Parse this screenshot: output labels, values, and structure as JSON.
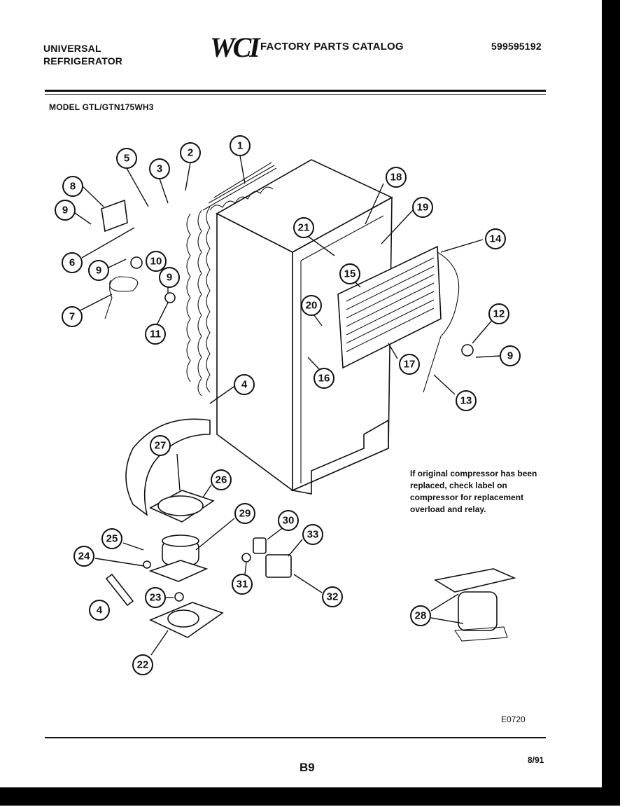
{
  "header": {
    "brand_line1": "UNIVERSAL",
    "brand_line2": "REFRIGERATOR",
    "logo": "WCI",
    "catalog_title": "FACTORY PARTS CATALOG",
    "part_number": "599595192",
    "model": "MODEL GTL/GTN175WH3"
  },
  "callouts": [
    "1",
    "2",
    "3",
    "4",
    "5",
    "6",
    "7",
    "8",
    "9",
    "10",
    "11",
    "12",
    "13",
    "14",
    "15",
    "16",
    "17",
    "18",
    "19",
    "20",
    "21",
    "22",
    "23",
    "24",
    "25",
    "26",
    "27",
    "28",
    "29",
    "30",
    "31",
    "32",
    "33"
  ],
  "labels": {
    "c1": "1",
    "c2": "2",
    "c3": "3",
    "c4a": "4",
    "c4b": "4",
    "c5": "5",
    "c6": "6",
    "c7": "7",
    "c8": "8",
    "c9a": "9",
    "c9b": "9",
    "c9c": "9",
    "c9d": "9",
    "c10": "10",
    "c11": "11",
    "c12": "12",
    "c13": "13",
    "c14": "14",
    "c15": "15",
    "c16": "16",
    "c17": "17",
    "c18": "18",
    "c19": "19",
    "c20": "20",
    "c21": "21",
    "c22": "22",
    "c23": "23",
    "c24": "24",
    "c25": "25",
    "c26": "26",
    "c27": "27",
    "c28": "28",
    "c29": "29",
    "c30": "30",
    "c31": "31",
    "c32": "32",
    "c33": "33"
  },
  "note": "If original compressor has been replaced, check label on compressor for replacement overload and relay.",
  "footer": {
    "diagram_code": "E0720",
    "page": "B9",
    "date": "8/91"
  }
}
